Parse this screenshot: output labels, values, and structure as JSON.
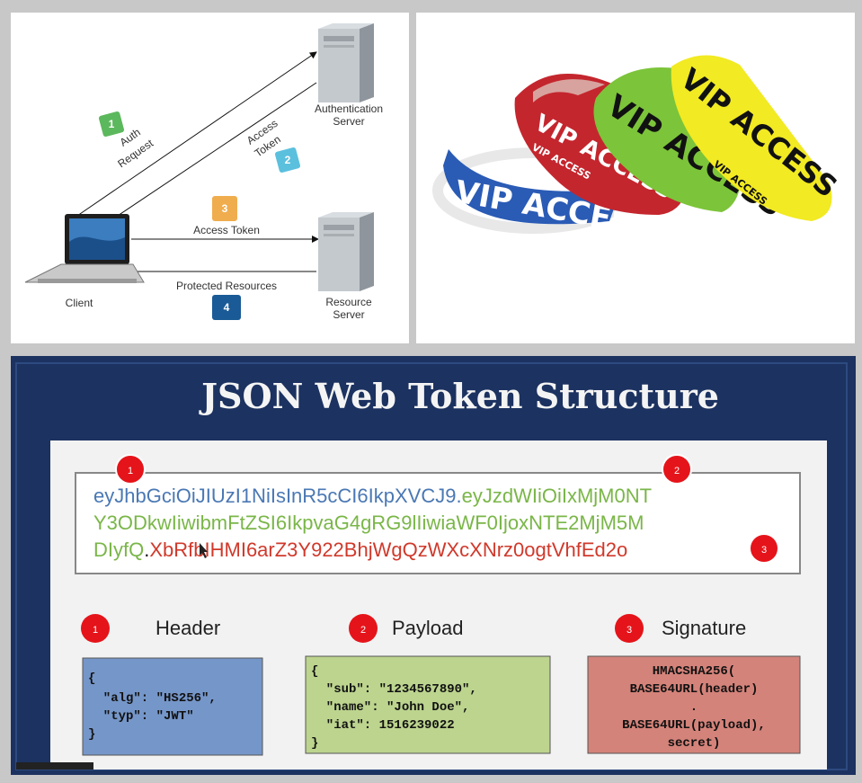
{
  "oauth": {
    "client_label": "Client",
    "auth_server_line1": "Authentication",
    "auth_server_line2": "Server",
    "resource_server_line1": "Resource",
    "resource_server_line2": "Server",
    "step1": {
      "num": "1",
      "line1": "Auth",
      "line2": "Request",
      "color": "#5cb85c"
    },
    "step2": {
      "num": "2",
      "line1": "Access",
      "line2": "Token",
      "color": "#5bc0de"
    },
    "step3": {
      "num": "3",
      "label": "Access Token",
      "color": "#f0ad4e"
    },
    "step4": {
      "num": "4",
      "label": "Protected Resources",
      "color": "#1a5a96"
    }
  },
  "wristbands": {
    "band_text": "VIP ACCESS",
    "small_text": "VIP ACCESS",
    "colors": [
      "#2a5bb5",
      "#c4262e",
      "#7cc43a",
      "#f2ea22"
    ]
  },
  "jwt": {
    "title": "JSON Web Token Structure",
    "token_line1_header": "eyJhbGciOiJIUzI1NiIsInR5cCI6IkpXVCJ9",
    "token_line1_dot": ".",
    "token_line1_payload": "eyJzdWIiOiIxMjM0NT",
    "token_line2_payload": "Y3ODkwIiwibmFtZSI6IkpvaG4gRG9lIiwiaWF0IjoxNTE2MjM5M",
    "token_line3_payload": "DIyfQ",
    "token_line3_dot": ".",
    "token_line3_signature": "XbRfbIHMI6arZ3Y922BhjWgQzWXcXNrz0ogtVhfEd2o",
    "colors": {
      "header": "#4a78b4",
      "payload": "#7ab648",
      "signature": "#d0392b"
    },
    "badges": [
      "1",
      "2",
      "3"
    ],
    "sections": [
      {
        "num": "1",
        "label": "Header",
        "code": [
          "{",
          "  \"alg\": \"HS256\",",
          "  \"typ\": \"JWT\"",
          "}"
        ]
      },
      {
        "num": "2",
        "label": "Payload",
        "code": [
          "{",
          "  \"sub\": \"1234567890\",",
          "  \"name\": \"John Doe\",",
          "  \"iat\": 1516239022",
          "}"
        ]
      },
      {
        "num": "3",
        "label": "Signature",
        "code": [
          "HMACSHA256(",
          "BASE64URL(header)",
          ".",
          "BASE64URL(payload),",
          "secret)"
        ]
      }
    ]
  }
}
